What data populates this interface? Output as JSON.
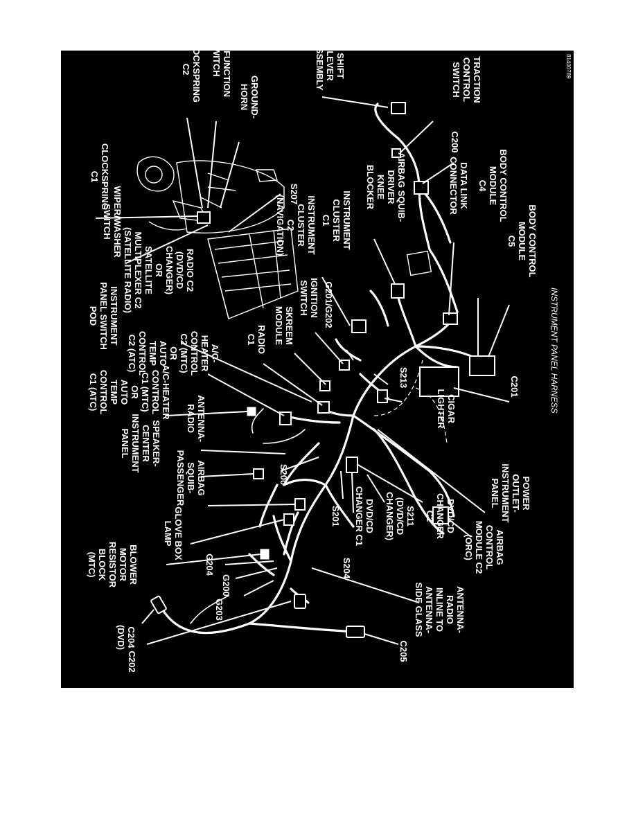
{
  "diagram": {
    "caption": "INSTRUMENT PANEL HARNESS",
    "figure_id": "81400789",
    "labels": [
      [
        "CLOCKSPRING",
        "C2"
      ],
      [
        "MULTI-FUNCTION",
        "SWITCH"
      ],
      [
        "GROUND-",
        "HORN"
      ],
      [
        "SHIFT",
        "LEVER",
        "ASSEMBLY"
      ],
      [
        "TRACTION",
        "CONTROL",
        "SWITCH"
      ],
      [
        "C200"
      ],
      [
        "CLOCKSPRING",
        "C1"
      ],
      [
        "S207"
      ],
      [
        "WIPER/WASHER",
        "SWITCH"
      ],
      [
        "INSTRUMENT",
        "CLUSTER",
        "C2",
        "(NAVIGATION)"
      ],
      [
        "INSTRUMENT",
        "CLUSTER",
        "C1"
      ],
      [
        "AIRBAG SQUIB-",
        "DRIVER",
        "KNEE",
        "BLOCKER"
      ],
      [
        "DATA LINK",
        "CONNECTOR"
      ],
      [
        "BODY CONTROL",
        "MODULE",
        "C4"
      ],
      [
        "BODY CONTROL",
        "MODULE",
        "C5"
      ],
      [
        "RADIO C2",
        "(DVD/CD",
        "CHANGER)",
        "OR",
        "SATELLITE",
        "MULTIPLEXER C2",
        "(SATELLITE RADIO)"
      ],
      [
        "INSTRUMENT",
        "PANEL SWITCH",
        "POD"
      ],
      [
        "A/C-",
        "HEATER",
        "CONTROL",
        "C2 (MTC)",
        "OR",
        "AUTO",
        "TEMP",
        "CONTROL",
        "C2 (ATC)"
      ],
      [
        "RADIO",
        "C1"
      ],
      [
        "SKREEM",
        "MODULE"
      ],
      [
        "IGNITION",
        "SWITCH"
      ],
      [
        "G201/G202"
      ],
      [
        "S213"
      ],
      [
        "A/C-HEATER",
        "CONTROL",
        "C1 (MTC)",
        "OR",
        "AUTO",
        "TEMP",
        "CONTROL",
        "C1 (ATC)"
      ],
      [
        "ANTENNA-",
        "RADIO"
      ],
      [
        "SPEAKER-",
        "CENTER",
        "INSTRUMENT",
        "PANEL"
      ],
      [
        "S200"
      ],
      [
        "AIRBAG",
        "SQUIB-",
        "PASSENGER"
      ],
      [
        "GLOVE BOX",
        "LAMP"
      ],
      [
        "C201"
      ],
      [
        "CIGAR",
        "LIGHTER"
      ],
      [
        "POWER",
        "OUTLET-",
        "INSTRUMENT",
        "PANEL"
      ],
      [
        "S201"
      ],
      [
        "S204"
      ],
      [
        "DVD/CD",
        "CHANGER C1"
      ],
      [
        "S211",
        "(DVD/CD",
        "CHANGER)"
      ],
      [
        "DVD/CD",
        "CHANGER",
        "C2"
      ],
      [
        "AIRBAG",
        "CONTROL",
        "MODULE C2",
        "(ORC)"
      ],
      [
        "BLOWER",
        "MOTOR",
        "RESISTOR",
        "BLOCK",
        "(MTC)"
      ],
      [
        "G204"
      ],
      [
        "G200"
      ],
      [
        "G203"
      ],
      [
        "C204",
        "(DVD)"
      ],
      [
        "C202"
      ],
      [
        "ANTENNA-",
        "RADIO",
        "INLINE TO",
        "ANTENNA-",
        "SIDE GLASS"
      ],
      [
        "C205"
      ]
    ]
  }
}
